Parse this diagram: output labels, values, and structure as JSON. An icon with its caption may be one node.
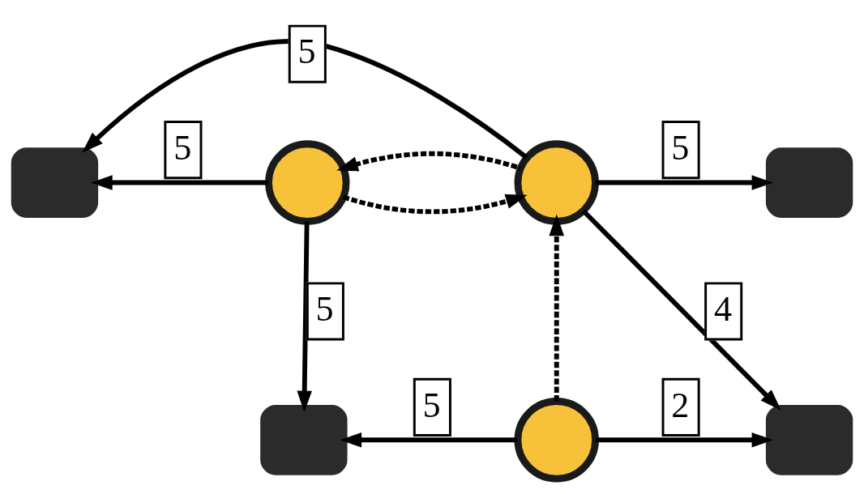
{
  "diagram": {
    "nodes": [
      {
        "text": [],
        "shape": "camera"
      },
      {
        "text": [],
        "shape": "person"
      },
      {
        "text": [],
        "shape": "person"
      },
      {
        "text": [],
        "shape": "camera"
      },
      {
        "text": [],
        "shape": "camera"
      },
      {
        "text": [],
        "shape": "person"
      },
      {
        "text": [],
        "shape": "camera"
      }
    ],
    "edges": [
      {
        "from": 2,
        "to": 0,
        "arrow": "to",
        "label": "5"
      },
      {
        "from": 1,
        "to": 0,
        "arrow": "to",
        "label": "5"
      },
      {
        "from": 1,
        "to": 2,
        "arrow": "to",
        "style": "dashed"
      },
      {
        "from": 2,
        "to": 1,
        "arrow": "to",
        "style": "dashed"
      },
      {
        "from": 2,
        "to": 3,
        "arrow": "to",
        "label": "5"
      },
      {
        "from": 1,
        "to": 4,
        "arrow": "to",
        "label": "5"
      },
      {
        "from": 2,
        "to": 6,
        "arrow": "to",
        "label": "4"
      },
      {
        "from": 5,
        "to": 2,
        "arrow": "to",
        "style": "dashed"
      },
      {
        "from": 5,
        "to": 4,
        "arrow": "to",
        "label": "5"
      },
      {
        "from": 5,
        "to": 6,
        "arrow": "to",
        "label": "2"
      }
    ]
  }
}
